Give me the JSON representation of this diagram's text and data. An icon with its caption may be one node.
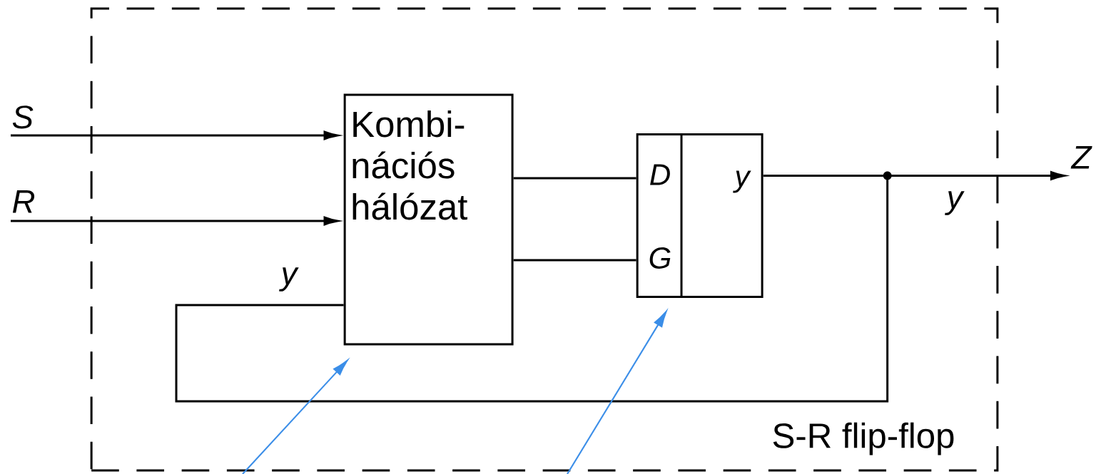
{
  "diagram": {
    "nodes": [
      {
        "text": [
          "S-R flip-flop"
        ]
      },
      {
        "text": [
          "Kombi- nációs hálózat"
        ],
        "in": 0
      },
      {
        "text": [
          "D",
          "G",
          "y"
        ],
        "in": 0
      },
      {
        "text": [
          "S"
        ]
      },
      {
        "text": [
          "R"
        ]
      },
      {
        "text": [
          "Z"
        ]
      },
      {
        "text": [],
        "shape": "circle",
        "in": 0
      }
    ],
    "edges": [
      {
        "from": 3,
        "to": 1,
        "arrow": "to"
      },
      {
        "from": 4,
        "to": 1,
        "arrow": "to"
      },
      {
        "from": 1,
        "to": 2,
        "arrow": "none"
      },
      {
        "from": 1,
        "to": 2,
        "arrow": "none"
      },
      {
        "from": 2,
        "to": 6,
        "arrow": "none"
      },
      {
        "from": 6,
        "to": 5,
        "arrow": "to"
      },
      {
        "from": 6,
        "to": 1,
        "arrow": "none"
      },
      {
        "from": null,
        "to": 1,
        "arrow": "to",
        "color": "#3b8ee8"
      },
      {
        "from": null,
        "to": 2,
        "arrow": "to",
        "color": "#3b8ee8"
      }
    ],
    "labels": [
      "y",
      "y"
    ]
  }
}
